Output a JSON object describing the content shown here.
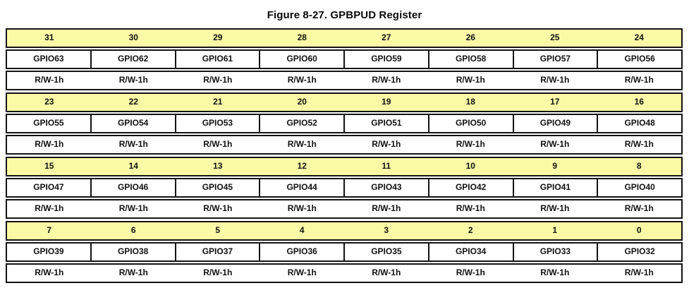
{
  "figure": {
    "title": "Figure 8-27. GPBPUD Register"
  },
  "colors": {
    "bit_row_bg": "#FAF9A6",
    "border": "#131313",
    "text": "#111111",
    "page_bg": "#FFFFFF"
  },
  "register": {
    "name": "GPBPUD",
    "groups": [
      {
        "bits": [
          "31",
          "30",
          "29",
          "28",
          "27",
          "26",
          "25",
          "24"
        ],
        "fields": [
          "GPIO63",
          "GPIO62",
          "GPIO61",
          "GPIO60",
          "GPIO59",
          "GPIO58",
          "GPIO57",
          "GPIO56"
        ],
        "access": [
          "R/W-1h",
          "R/W-1h",
          "R/W-1h",
          "R/W-1h",
          "R/W-1h",
          "R/W-1h",
          "R/W-1h",
          "R/W-1h"
        ]
      },
      {
        "bits": [
          "23",
          "22",
          "21",
          "20",
          "19",
          "18",
          "17",
          "16"
        ],
        "fields": [
          "GPIO55",
          "GPIO54",
          "GPIO53",
          "GPIO52",
          "GPIO51",
          "GPIO50",
          "GPIO49",
          "GPIO48"
        ],
        "access": [
          "R/W-1h",
          "R/W-1h",
          "R/W-1h",
          "R/W-1h",
          "R/W-1h",
          "R/W-1h",
          "R/W-1h",
          "R/W-1h"
        ]
      },
      {
        "bits": [
          "15",
          "14",
          "13",
          "12",
          "11",
          "10",
          "9",
          "8"
        ],
        "fields": [
          "GPIO47",
          "GPIO46",
          "GPIO45",
          "GPIO44",
          "GPIO43",
          "GPIO42",
          "GPIO41",
          "GPIO40"
        ],
        "access": [
          "R/W-1h",
          "R/W-1h",
          "R/W-1h",
          "R/W-1h",
          "R/W-1h",
          "R/W-1h",
          "R/W-1h",
          "R/W-1h"
        ]
      },
      {
        "bits": [
          "7",
          "6",
          "5",
          "4",
          "3",
          "2",
          "1",
          "0"
        ],
        "fields": [
          "GPIO39",
          "GPIO38",
          "GPIO37",
          "GPIO36",
          "GPIO35",
          "GPIO34",
          "GPIO33",
          "GPIO32"
        ],
        "access": [
          "R/W-1h",
          "R/W-1h",
          "R/W-1h",
          "R/W-1h",
          "R/W-1h",
          "R/W-1h",
          "R/W-1h",
          "R/W-1h"
        ]
      }
    ]
  }
}
